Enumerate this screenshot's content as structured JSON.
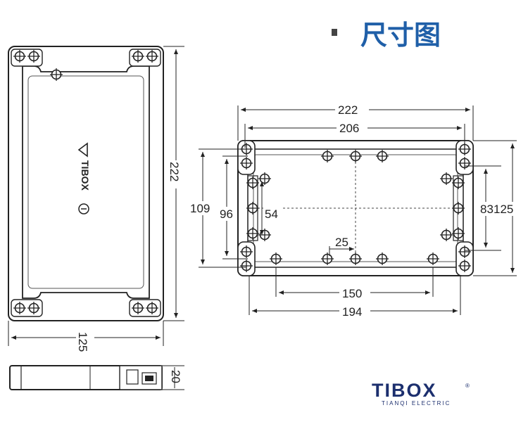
{
  "header": {
    "title": "尺寸图"
  },
  "front_view": {
    "dim_length": "222",
    "dim_width": "125",
    "brand_vertical": "TIBOX"
  },
  "side_view": {
    "dim_height": "20"
  },
  "bottom_view": {
    "dim_outer_length": "222",
    "dim_inner_length": "206",
    "dim_outer_height": "109",
    "dim_inner_height": "96",
    "dim_hole_spacing_vertical": "54",
    "dim_right_83": "83",
    "dim_right_125": "125",
    "dim_center_gap": "25",
    "dim_hole_spacing_horizontal": "150",
    "dim_base_length": "194"
  },
  "logo": {
    "word": "TIBOX",
    "registered": "®",
    "tagline": "TIANQI ELECTRIC"
  },
  "colors": {
    "title_blue": "#1f5fa8",
    "logo_navy": "#1c2f6e",
    "line": "#222222"
  }
}
